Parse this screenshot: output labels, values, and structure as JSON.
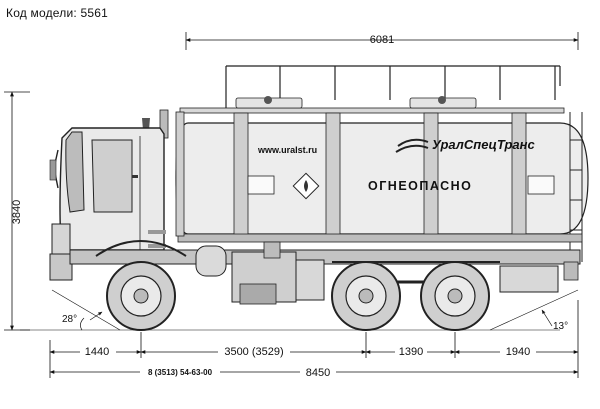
{
  "header": {
    "model_caption": "Код модели: 5561"
  },
  "drawing": {
    "brand_logo_text": "УралСпецТранс",
    "website": "www.uralst.ru",
    "tank_warning": "ОГНЕОПАСНО",
    "phone_footer": "8 (3513) 54-63-00",
    "dimensions": {
      "top_tank_length": "6081",
      "overall_height": "3840",
      "front_overhang": "1440",
      "wheelbase_1": "3500 (3529)",
      "wheelbase_2": "1390",
      "rear_overhang": "1940",
      "overall_length": "8450",
      "approach_angle": "28°",
      "departure_angle": "13°"
    }
  }
}
